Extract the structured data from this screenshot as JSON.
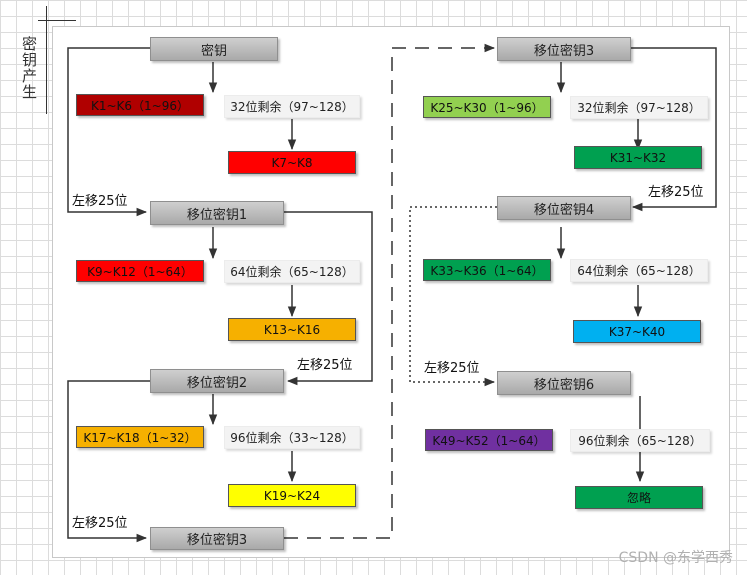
{
  "frame_title": "密钥产生",
  "colors": {
    "dark_red": "#b00000",
    "red": "#ff0000",
    "orange": "#f6b000",
    "yellow": "#ffff00",
    "light_green": "#92d050",
    "green": "#00a050",
    "blue": "#00b0f0",
    "purple": "#7030a0"
  },
  "nodes": {
    "key": "密钥",
    "k1_k6": "K1~K6（1~96）",
    "rem_97_128_a": "32位剩余（97~128）",
    "k7_k8": "K7~K8",
    "shift_key1": "移位密钥1",
    "k9_k12": "K9~K12（1~64）",
    "rem_65_128_a": "64位剩余（65~128）",
    "k13_k16": "K13~K16",
    "shift_key2": "移位密钥2",
    "k17_k18": "K17~K18（1~32）",
    "rem_33_128": "96位剩余（33~128）",
    "k19_k24": "K19~K24",
    "shift_key3_bottom": "移位密钥3",
    "shift_key3_top": "移位密钥3",
    "k25_k30": "K25~K30（1~96）",
    "rem_97_128_b": "32位剩余（97~128）",
    "k31_k32": "K31~K32",
    "shift_key4": "移位密钥4",
    "k33_k36": "K33~K36（1~64）",
    "rem_65_128_b": "64位剩余（65~128）",
    "k37_k40": "K37~K40",
    "shift_key6": "移位密钥6",
    "k49_k52": "K49~K52（1~64）",
    "rem_65_128_c": "96位剩余（65~128）",
    "ignore": "忽略"
  },
  "labels": {
    "shift_a": "左移25位",
    "shift_b": "左移25位",
    "shift_c": "左移25位",
    "shift_d": "左移25位",
    "shift_e": "左移25位"
  },
  "watermark": "CSDN @东学西秀"
}
